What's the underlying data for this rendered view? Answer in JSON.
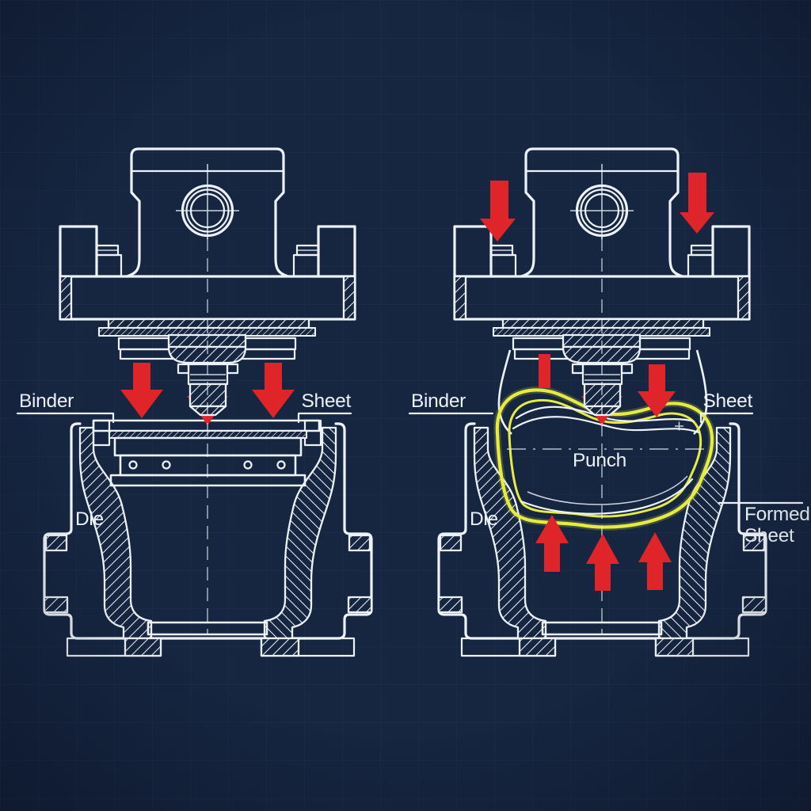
{
  "colors": {
    "background": "#162540",
    "line": "#edf2f8",
    "arrow_red": "#e0252a",
    "highlight_yellow": "#e5eb3f"
  },
  "left_stage": {
    "binder_label": "Binder",
    "sheet_label": "Sheet",
    "die_label": "Die"
  },
  "right_stage": {
    "binder_label": "Binder",
    "sheet_label": "Sheet",
    "punch_label": "Punch",
    "die_label": "Die",
    "formed_sheet_label": [
      "Formed",
      "Sheet"
    ]
  }
}
